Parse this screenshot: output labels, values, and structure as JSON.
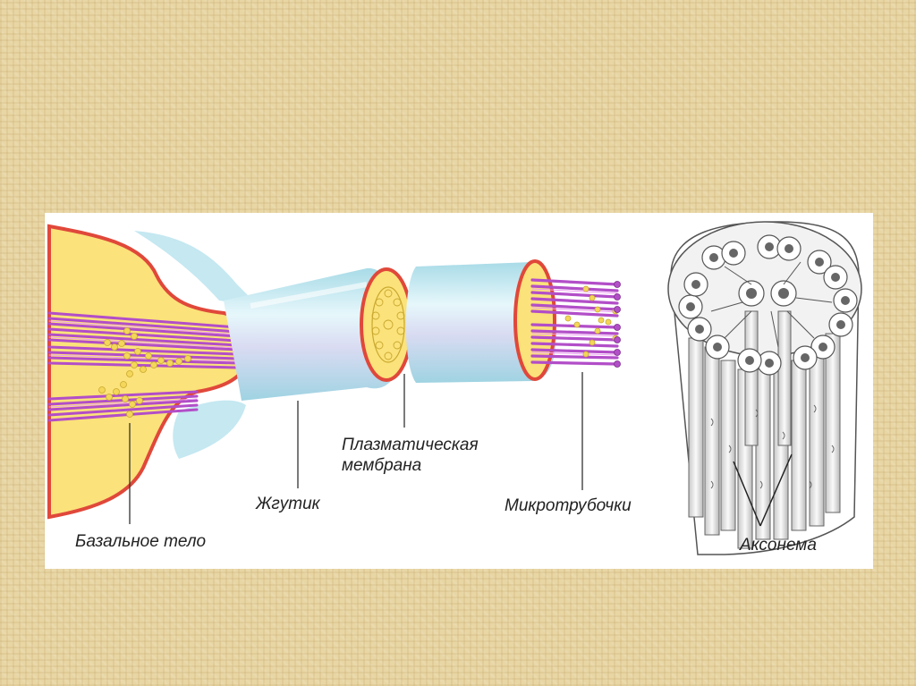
{
  "labels": {
    "basal_body": "Базальное тело",
    "flagellum": "Жгутик",
    "plasma_membrane": "Плазматическая\nмембрана",
    "microtubules": "Микротрубочки",
    "axoneme": "Аксонема"
  },
  "colors": {
    "background": "#e8d6a4",
    "cytoplasm": "#fbe27a",
    "membrane": "#e0483a",
    "sheath": "#bfe6ef",
    "microtubule": "#b24ec8",
    "granule": "#f3d65a"
  }
}
